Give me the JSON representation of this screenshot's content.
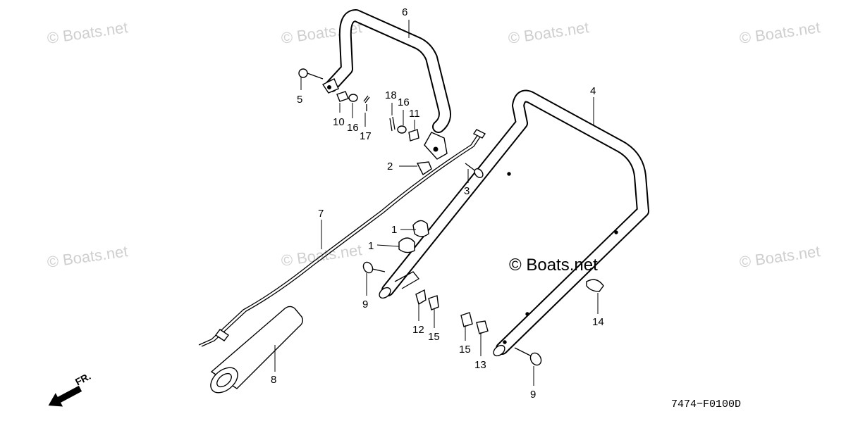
{
  "watermarks": {
    "text": "© Boats.net",
    "main": "© Boats.net"
  },
  "callouts": {
    "c1a": "1",
    "c1b": "1",
    "c2": "2",
    "c3": "3",
    "c4": "4",
    "c5": "5",
    "c6": "6",
    "c7": "7",
    "c8": "8",
    "c9a": "9",
    "c9b": "9",
    "c10": "10",
    "c11": "11",
    "c12": "12",
    "c13": "13",
    "c14": "14",
    "c15a": "15",
    "c15b": "15",
    "c16a": "16",
    "c16b": "16",
    "c17": "17",
    "c18": "18"
  },
  "diagram_code": "7474−F0100D",
  "direction_label": "FR.",
  "icons": {
    "direction": "front-arrow-icon"
  }
}
